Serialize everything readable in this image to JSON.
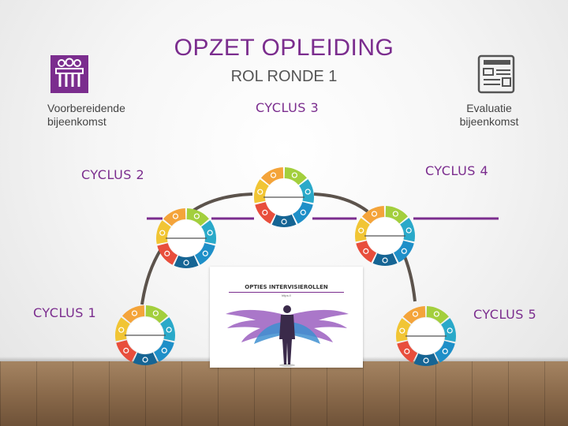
{
  "slide": {
    "title": "OPZET OPLEIDING",
    "subtitle": "ROL RONDE 1"
  },
  "left_block": {
    "line1": "Voorbereidende",
    "line2": "bijeenkomst",
    "icon": "people-meeting-icon"
  },
  "right_block": {
    "line1": "Evaluatie",
    "line2": "bijeenkomst",
    "icon": "evaluation-form-icon"
  },
  "cycles": {
    "c1": "CYCLUS 1",
    "c2": "CYCLUS 2",
    "c3": "CYCLUS 3",
    "c4": "CYCLUS 4",
    "c5": "CYCLUS 5"
  },
  "center_card": {
    "title": "OPTIES INTERVISIEROLLEN",
    "subtitle": "https://",
    "image": "winged-person-illustration"
  },
  "colors": {
    "accent": "#7b2d8e",
    "arc": "#5c534c",
    "wheel_segments": [
      "#f4a43a",
      "#a3cf3d",
      "#2aa9c9",
      "#1e8fc8",
      "#166594",
      "#e84e3c",
      "#f1c534"
    ]
  }
}
